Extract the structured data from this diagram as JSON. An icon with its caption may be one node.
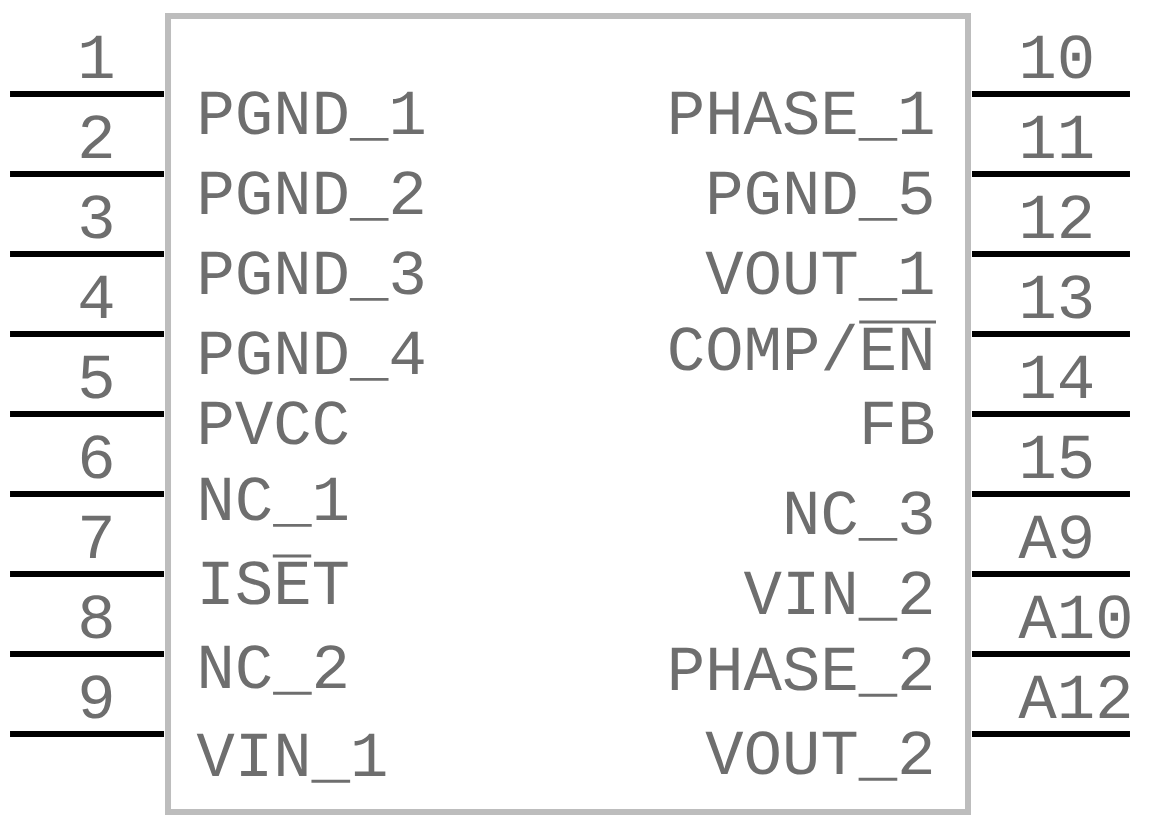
{
  "diagram": {
    "nodes": [
      {
        "text": [
          "PGND_1",
          "PGND_2",
          "PGND_3",
          "PGND_4",
          "PVCC",
          "NC_1",
          "ISET",
          "NC_2",
          "VIN_1",
          "PHASE_1",
          "PGND_5",
          "VOUT_1",
          "COMP/EN",
          "FB",
          "NC_3",
          "VIN_2",
          "PHASE_2",
          "VOUT_2"
        ]
      }
    ],
    "labels": [
      "1",
      "2",
      "3",
      "4",
      "5",
      "6",
      "7",
      "8",
      "9",
      "10",
      "11",
      "12",
      "13",
      "14",
      "15",
      "A9",
      "A10",
      "A12"
    ]
  }
}
